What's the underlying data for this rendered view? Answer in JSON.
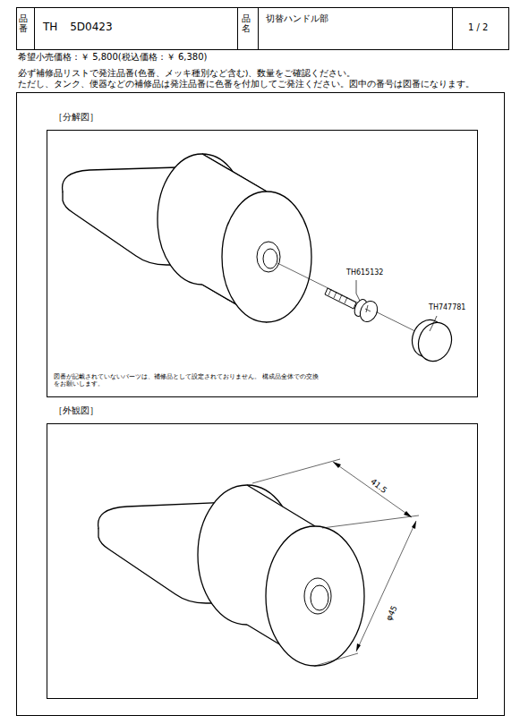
{
  "diagram": {
    "labels": [
      "品番",
      "TH 5D0423",
      "品名",
      "切替ハンドル部",
      "1 / 2",
      "希望小売価格：￥ 5,800(税込価格：￥ 6,380)",
      "必ず補修品リストで発注品番(色番、メッキ種別など含む)、数量をご確認ください。",
      "ただし、タンク、便器などの補修品は発注品番に色番を付加してご発注ください。図中の番号は図番になります。",
      "［分解図］",
      "TH615132",
      "TH747781",
      "図番が記載されていないパーツは、補修品として設定されておりません。 構成品全体での交換をお願いします。",
      "［外観図］",
      "41.5",
      "φ45"
    ]
  }
}
